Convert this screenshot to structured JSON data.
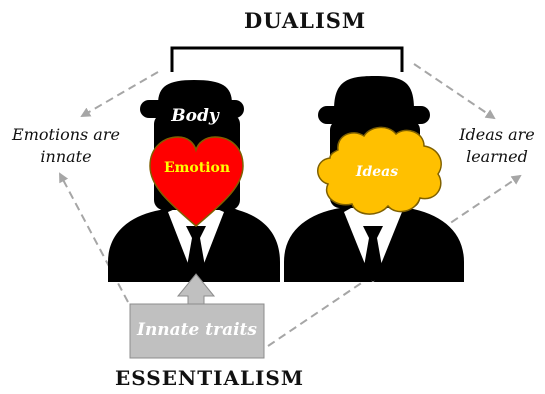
{
  "title_top": "DUALISM",
  "title_bottom": "ESSENTIALISM",
  "left_note": {
    "line1": "Emotions are",
    "line2": "innate"
  },
  "right_note": {
    "line1": "Ideas are",
    "line2": "learned"
  },
  "figure_left": {
    "hat_label": "Body",
    "heart_label": "Emotion"
  },
  "figure_right": {
    "cloud_label": "Ideas"
  },
  "box_label": "Innate traits",
  "colors": {
    "heart": "#ff0000",
    "cloud": "#ffc000",
    "silhouette": "#000000",
    "box": "#c0c0c0",
    "arrow": "#a6a6a6",
    "heart_text": "#ffff00"
  }
}
